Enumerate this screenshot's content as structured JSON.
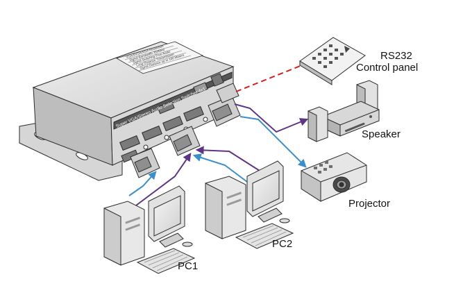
{
  "device": {
    "front_label": "Super VGA/Stereo Audio Selection Switcher 4x1",
    "top_notes": [
      "VGA/SVGA/XGA Resolution",
      "Signal Bandwidth 350MHz",
      "Signal Switching Free Audio",
      "Long Distance Transmission",
      "Signal Distance up to 100 Meters"
    ]
  },
  "labels": {
    "rs232_line1": "RS232",
    "rs232_line2": "Control panel",
    "speaker": "Speaker",
    "projector": "Projector",
    "pc1": "PC1",
    "pc2": "PC2"
  },
  "colors": {
    "vga_cable": "#3b8fc8",
    "audio_cable": "#5e3586",
    "rs232_cable": "#d22020",
    "device_body": "#d9d9d9",
    "outline": "#2a2a2a"
  }
}
